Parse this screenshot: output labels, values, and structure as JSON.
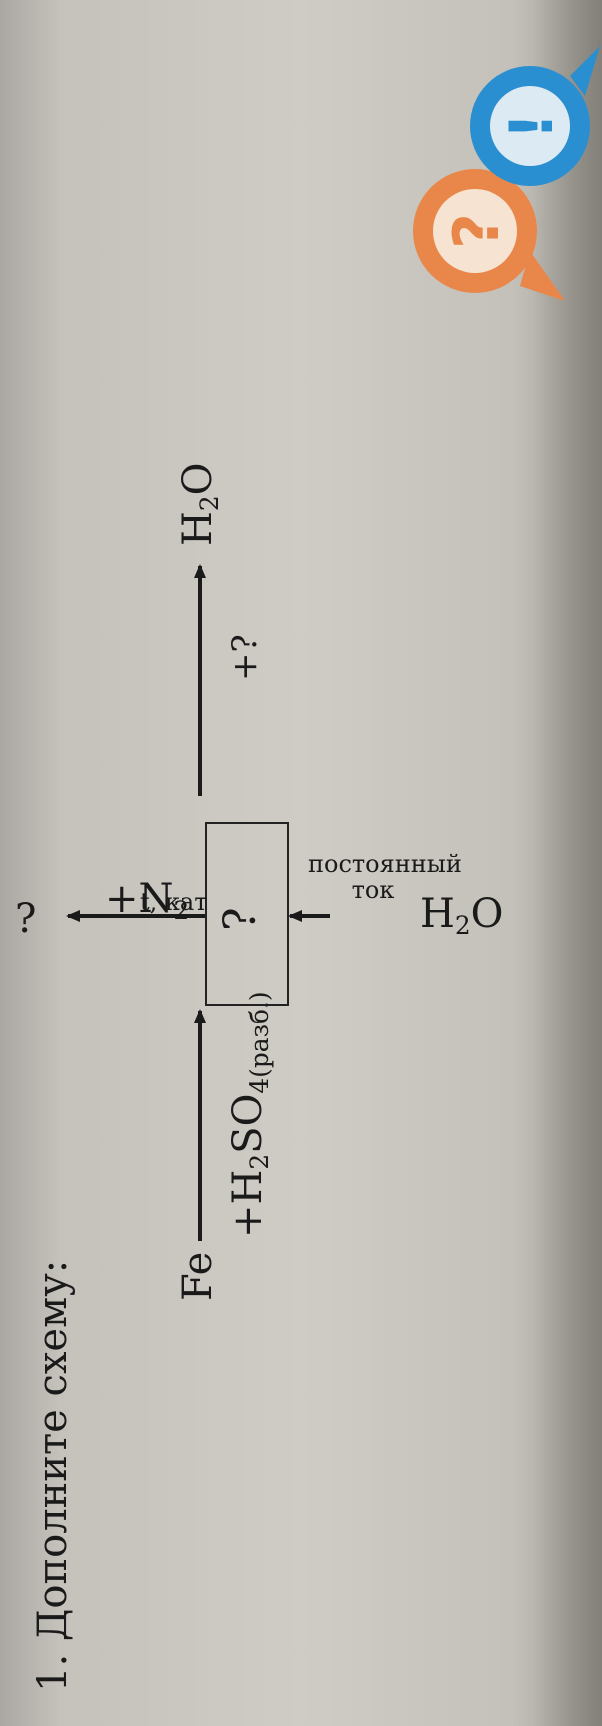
{
  "task": {
    "title": "1. Дополните схему:"
  },
  "scheme": {
    "start": {
      "element": "Fe"
    },
    "reagent_in": {
      "main": "+H",
      "sub": "2",
      "main2": "SO",
      "sub2": "4(разб.)"
    },
    "center": "?",
    "top_reagent": {
      "main": "H",
      "sub": "2",
      "main2": "O"
    },
    "top_condition": "постоянный ток",
    "bottom_reagent": {
      "plus": "+",
      "main": "N",
      "sub": "2"
    },
    "bottom_condition": "t, кат",
    "bottom_product": "?",
    "right_reagent": "+?",
    "right_product": {
      "main": "H",
      "sub": "2",
      "main2": "O"
    }
  },
  "icons": [
    "question-speech-bubble-icon",
    "exclamation-speech-bubble-icon"
  ],
  "colors": {
    "paper": "#cfcbc5",
    "ink": "#1a1a1a",
    "question_bubble": "#e9874a",
    "exclamation_bubble": "#2a8fd0"
  }
}
